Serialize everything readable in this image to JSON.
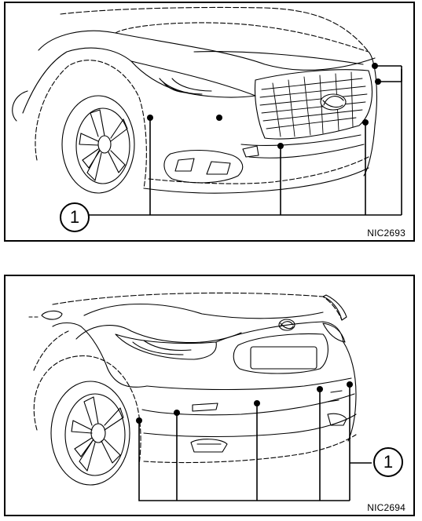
{
  "figures": [
    {
      "id": "front",
      "code": "NIC2693",
      "callout": "1"
    },
    {
      "id": "rear",
      "code": "NIC2694",
      "callout": "1"
    }
  ]
}
